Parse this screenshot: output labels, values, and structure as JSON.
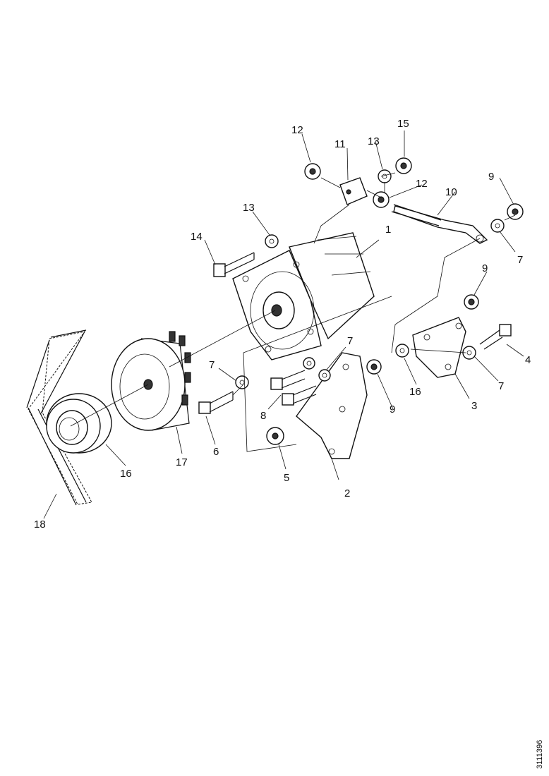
{
  "diagram": {
    "callouts": [
      {
        "id": "c1",
        "text": "1"
      },
      {
        "id": "c2",
        "text": "2"
      },
      {
        "id": "c3",
        "text": "3"
      },
      {
        "id": "c4",
        "text": "4"
      },
      {
        "id": "c5",
        "text": "5"
      },
      {
        "id": "c6",
        "text": "6"
      },
      {
        "id": "c7a",
        "text": "7"
      },
      {
        "id": "c7b",
        "text": "7"
      },
      {
        "id": "c7c",
        "text": "7"
      },
      {
        "id": "c7d",
        "text": "7"
      },
      {
        "id": "c8",
        "text": "8"
      },
      {
        "id": "c9a",
        "text": "9"
      },
      {
        "id": "c9b",
        "text": "9"
      },
      {
        "id": "c9c",
        "text": "9"
      },
      {
        "id": "c10",
        "text": "10"
      },
      {
        "id": "c11",
        "text": "11"
      },
      {
        "id": "c12a",
        "text": "12"
      },
      {
        "id": "c12b",
        "text": "12"
      },
      {
        "id": "c13a",
        "text": "13"
      },
      {
        "id": "c13b",
        "text": "13"
      },
      {
        "id": "c15",
        "text": "15"
      },
      {
        "id": "c16a",
        "text": "16"
      },
      {
        "id": "c16b",
        "text": "16"
      },
      {
        "id": "c17",
        "text": "17"
      },
      {
        "id": "c18",
        "text": "18"
      }
    ],
    "reference_number": "3111396"
  }
}
